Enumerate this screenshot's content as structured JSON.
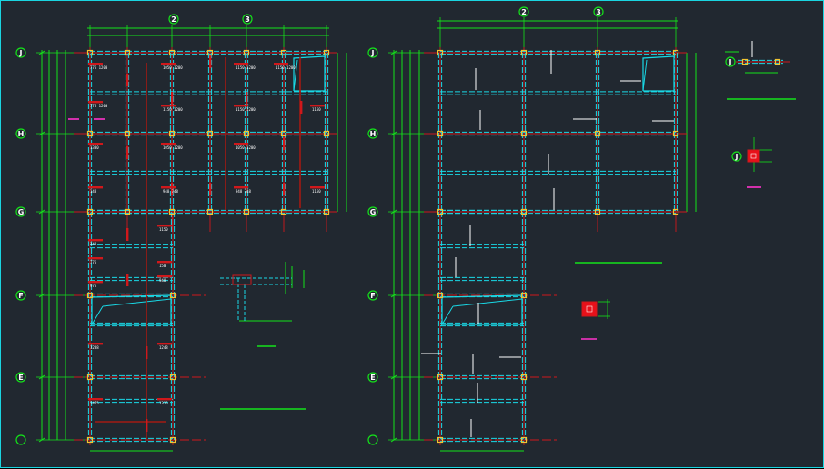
{
  "app": {
    "title": "Structural beam layout plan (CAD)"
  },
  "colors": {
    "background": "#212830",
    "frame": "#1ad5e0",
    "beam_line": "#19d9e6",
    "dimension": "#14e21a",
    "axis": "#d0181b",
    "column": "#f2c230",
    "text": "#ffffff",
    "tag": "#e0106e",
    "label_magenta": "#ff33cc"
  },
  "drawing_left": {
    "name": "plan-left",
    "top_axes": [
      "2",
      "3"
    ],
    "side_axes": [
      "J",
      "H",
      "G",
      "F",
      "E",
      ""
    ],
    "beam_tags": [
      "775 1200",
      "1050 1200",
      "1150 1200",
      "1150 1200",
      "775 1200",
      "1150 1200",
      "1150 1200",
      "1150",
      "1300",
      "1050 1200",
      "1050 1200",
      "148",
      "948 748",
      "948 748",
      "1150",
      "1150",
      "148",
      "150",
      "775",
      "948",
      "975",
      "1238",
      "1248",
      "1475",
      "1315"
    ]
  },
  "drawing_right": {
    "name": "plan-right",
    "top_axes": [
      "2",
      "3"
    ],
    "side_axes": [
      "J",
      "H",
      "G",
      "F",
      "E",
      ""
    ]
  },
  "details": [
    {
      "name": "detail-J-top",
      "axis": "J"
    },
    {
      "name": "detail-J-column",
      "axis": "J"
    }
  ]
}
